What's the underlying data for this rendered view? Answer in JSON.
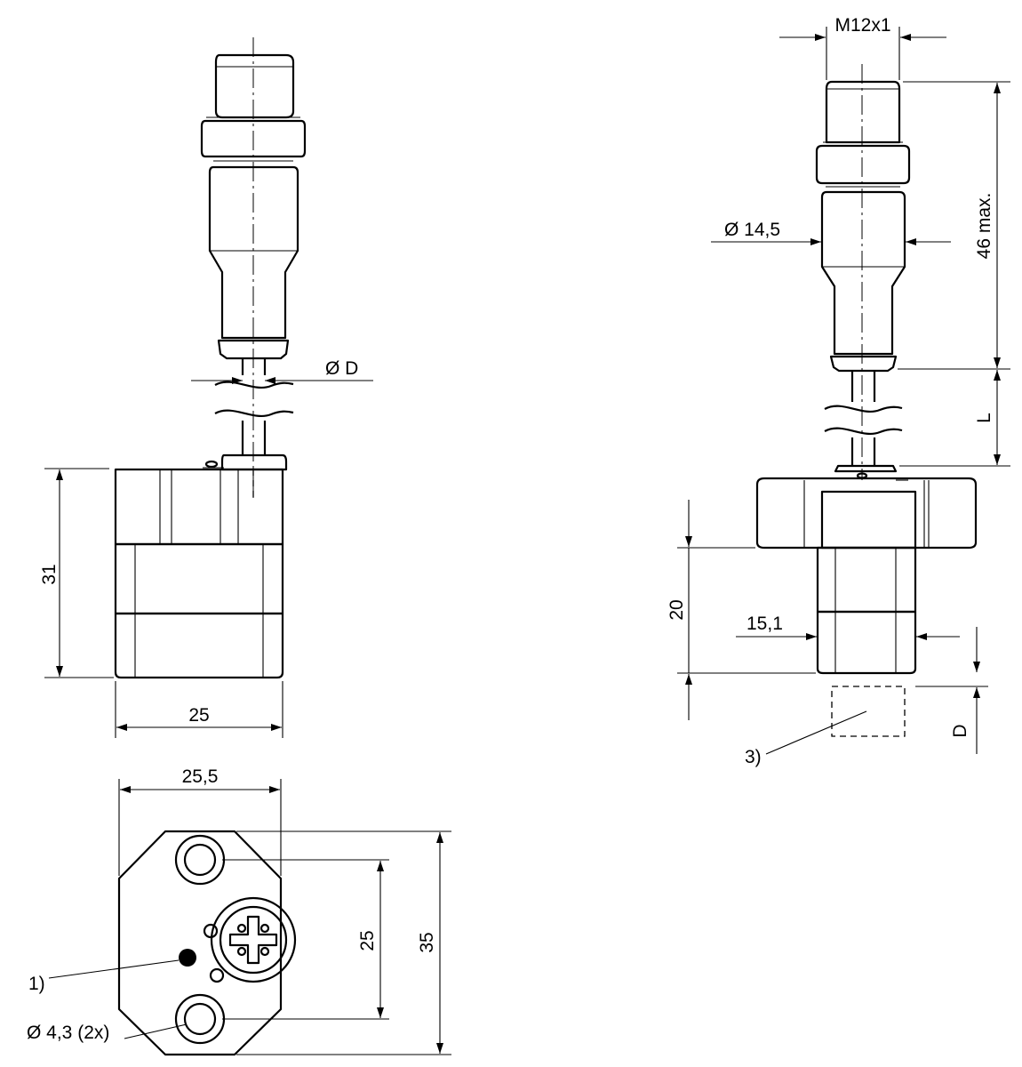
{
  "side_view": {
    "dim_dia_d": "Ø D",
    "dim_height": "31",
    "dim_width": "25"
  },
  "front_view": {
    "dim_thread": "M12x1",
    "dim_dia_connector": "Ø 14,5",
    "dim_length_max": "46 max.",
    "dim_length_l": "L",
    "dim_height": "20",
    "dim_width": "15,1",
    "dim_depth": "D",
    "callout_3": "3)"
  },
  "bottom_view": {
    "dim_width": "25,5",
    "dim_hole_spacing": "25",
    "dim_height": "35",
    "callout_1": "1)",
    "dim_holes": "Ø 4,3 (2x)"
  },
  "colors": {
    "line": "#000000",
    "background": "#ffffff"
  }
}
